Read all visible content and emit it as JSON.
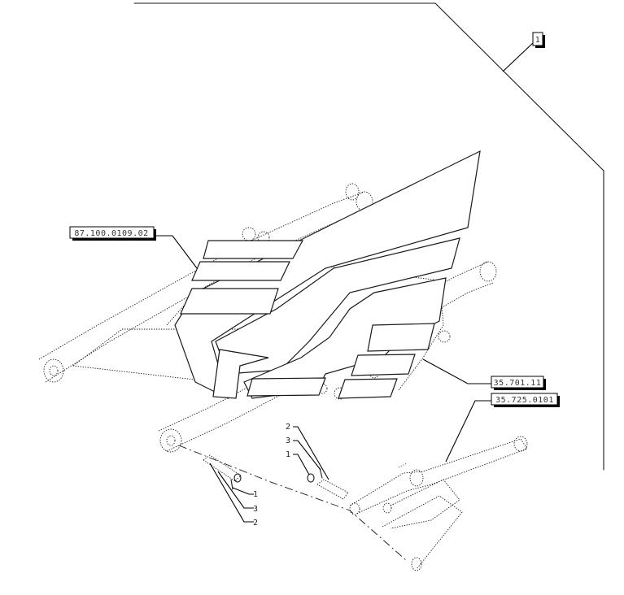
{
  "callouts": {
    "main_tag": "1",
    "ref_decals": "87.100.0109.02",
    "ref_cylinder": "35.701.11",
    "ref_cylinder_hose": "35.725.0101"
  },
  "item_numbers": {
    "left_pin_1": "1",
    "left_pin_3": "3",
    "left_pin_2": "2",
    "right_pin_2": "2",
    "right_pin_3": "3",
    "right_pin_1": "1"
  }
}
